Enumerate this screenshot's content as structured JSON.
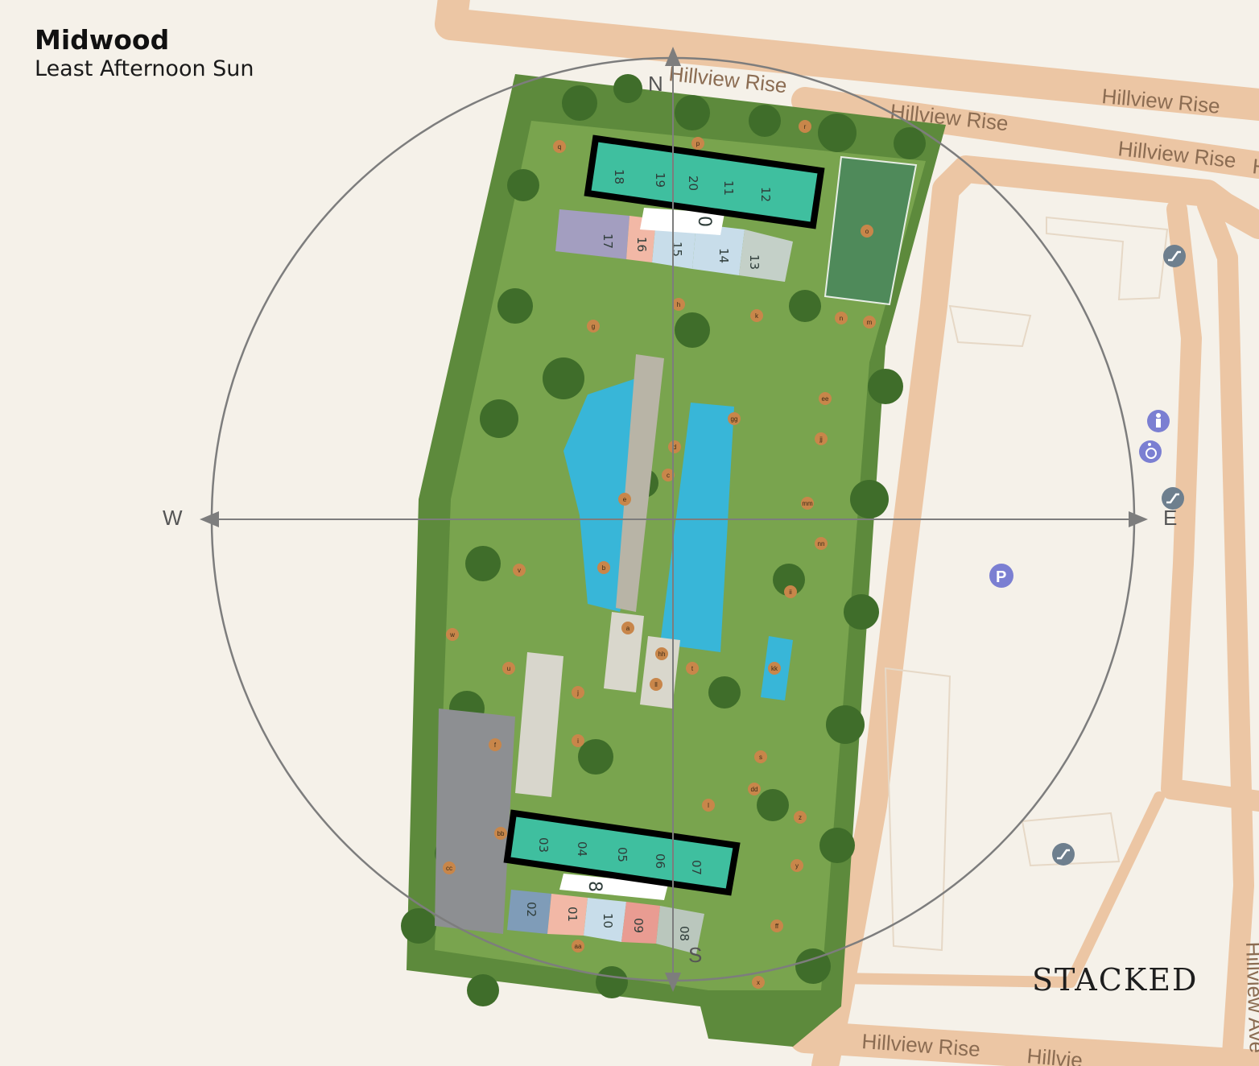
{
  "header": {
    "title": "Midwood",
    "subtitle": "Least Afternoon Sun"
  },
  "brand": "STACKED",
  "compass": {
    "north": "N",
    "south": "S",
    "east": "E",
    "west": "W"
  },
  "roads": [
    "Hillview Rise",
    "Hillview Rise",
    "Hillview Rise",
    "Hillview Rise",
    "Hillview Rise",
    "Hillview Rise",
    "Hillvie",
    "Hillview Ave"
  ],
  "blocks": {
    "north_highlight": [
      "18",
      "19",
      "20",
      "11",
      "12"
    ],
    "north_lower": [
      "17",
      "16",
      "15",
      "14",
      "13"
    ],
    "south_highlight": [
      "03",
      "04",
      "05",
      "06",
      "07"
    ],
    "south_lower": [
      "02",
      "01",
      "10",
      "09",
      "08"
    ],
    "core_labels": [
      "0",
      "8"
    ]
  },
  "facility_labels": [
    "a",
    "b",
    "c",
    "d",
    "e",
    "f",
    "g",
    "h",
    "i",
    "j",
    "k",
    "l",
    "m",
    "n",
    "o",
    "p",
    "q",
    "r",
    "s",
    "t",
    "u",
    "v",
    "w",
    "x",
    "y",
    "z",
    "aa",
    "bb",
    "cc",
    "dd",
    "ee",
    "ff",
    "gg",
    "hh",
    "ii",
    "jj",
    "kk",
    "ll",
    "mm",
    "nn"
  ],
  "amenity_icons": [
    "escalator-icon",
    "toilet-icon",
    "accessible-icon",
    "escalator-icon",
    "escalator-icon",
    "parking-icon"
  ],
  "amenity_icon_glyphs": {
    "parking": "P"
  },
  "colors": {
    "background": "#f5f1e9",
    "road": "#ecc6a4",
    "greenery": "#5d8a3c",
    "pool": "#38b6d8",
    "highlight_block": "#3fbf9f",
    "compass": "#7d7d7d",
    "amenity_icon": "#6e7f8e",
    "parking_icon": "#7b7fd2"
  }
}
